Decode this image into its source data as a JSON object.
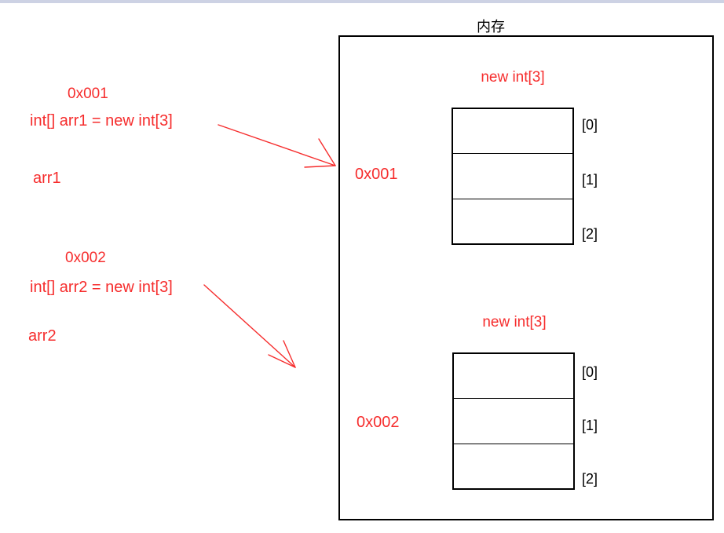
{
  "diagram": {
    "memory_title": "内存",
    "stack": {
      "arr1": {
        "address_label": "0x001",
        "declaration": "int[] arr1 = new int[3]",
        "variable": "arr1"
      },
      "arr2": {
        "address_label": "0x002",
        "declaration": "int[] arr2 = new int[3]",
        "variable": "arr2"
      }
    },
    "heap": {
      "arrays": [
        {
          "creation_label": "new int[3]",
          "address": "0x001",
          "index_labels": [
            "[0]",
            "[1]",
            "[2]"
          ],
          "cell_values": [
            "",
            "",
            ""
          ]
        },
        {
          "creation_label": "new int[3]",
          "address": "0x002",
          "index_labels": [
            "[0]",
            "[1]",
            "[2]"
          ],
          "cell_values": [
            "",
            "",
            ""
          ]
        }
      ]
    }
  },
  "colors": {
    "annotation_red": "#f62d2d",
    "line_black": "#000000",
    "top_strip_blue": "#cdd2e4",
    "background": "#ffffff"
  }
}
